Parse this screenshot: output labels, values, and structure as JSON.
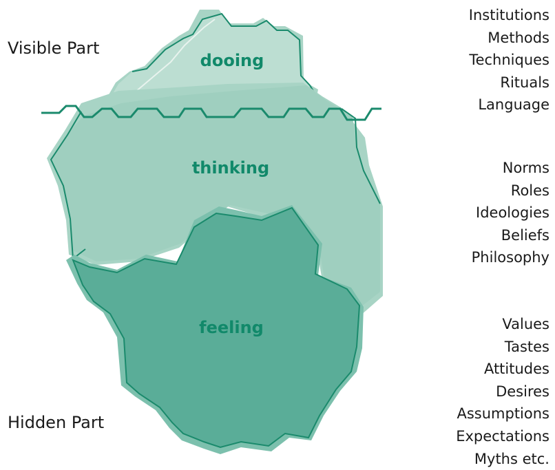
{
  "labels": {
    "visible": "Visible Part",
    "hidden": "Hidden Part"
  },
  "layers": {
    "doing": "dooing",
    "thinking": "thinking",
    "feeling": "feeling"
  },
  "lists": {
    "doing": [
      "Institutions",
      "Methods",
      "Techniques",
      "Rituals",
      "Language"
    ],
    "thinking": [
      "Norms",
      "Roles",
      "Ideologies",
      "Beliefs",
      "Philosophy"
    ],
    "feeling": [
      "Values",
      "Tastes",
      "Attitudes",
      "Desires",
      "Assumptions",
      "Expectations",
      "Myths etc."
    ]
  },
  "colors": {
    "doing_fill": "#bcded2",
    "thinking_fill": "#9fcfbf",
    "feeling_fill": "#5aad98",
    "shadow_fill": "#7cc0ad",
    "line": "#1a8a6c",
    "label_text": "#11896a"
  }
}
